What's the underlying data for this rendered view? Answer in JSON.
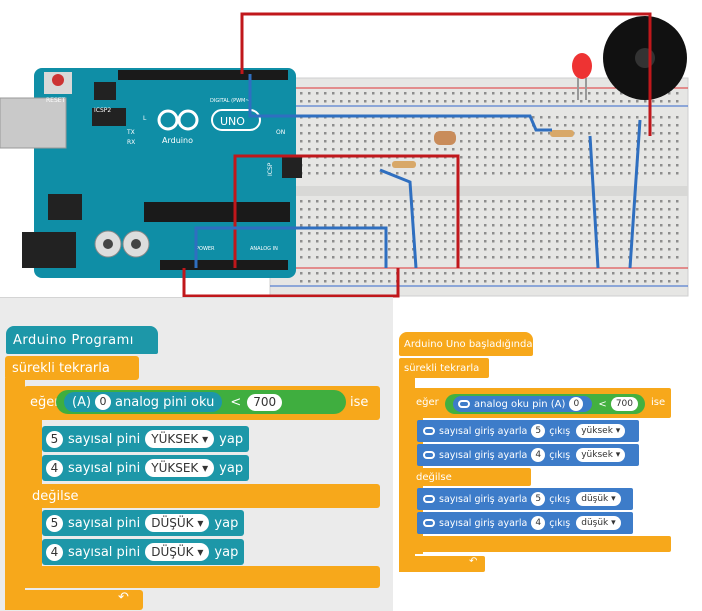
{
  "board": {
    "reset_label": "RESET",
    "icsp2_label": "ICSP2",
    "icsp_label": "ICSP",
    "brand_label": "Arduino",
    "uno_label": "UNO",
    "l_label": "L",
    "tx_label": "TX",
    "rx_label": "RX",
    "on_label": "ON",
    "digital_label": "DIGITAL (PWM~)",
    "power_label": "POWER",
    "analog_label": "ANALOG IN"
  },
  "left_program": {
    "hat_label": "Arduino  Programı",
    "loop_label": "sürekli  tekrarla",
    "if_label": "eğer",
    "else_label": "değilse",
    "then_label": "ise",
    "condition": {
      "prefix": "(A)",
      "pin": "0",
      "suffix": "analog  pini  oku",
      "operator": "<",
      "value": "700"
    },
    "then_statements": [
      {
        "pin": "5",
        "text": "sayısal pini",
        "state": "YÜKSEK",
        "verb": "yap"
      },
      {
        "pin": "4",
        "text": "sayısal pini",
        "state": "YÜKSEK",
        "verb": "yap"
      }
    ],
    "else_statements": [
      {
        "pin": "5",
        "text": "sayısal pini",
        "state": "DÜŞÜK",
        "verb": "yap"
      },
      {
        "pin": "4",
        "text": "sayısal pini",
        "state": "DÜŞÜK",
        "verb": "yap"
      }
    ]
  },
  "right_program": {
    "hat_label": "Arduino Uno başladığında",
    "loop_label": "sürekli tekrarla",
    "if_label": "eğer",
    "else_label": "değilse",
    "then_label": "ise",
    "condition": {
      "text": "analog oku pin (A)",
      "pin": "0",
      "operator": "<",
      "value": "700"
    },
    "then_statements": [
      {
        "text": "sayısal giriş ayarla",
        "pin": "5",
        "mid": "çıkış",
        "state": "yüksek"
      },
      {
        "text": "sayısal giriş ayarla",
        "pin": "4",
        "mid": "çıkış",
        "state": "yüksek"
      }
    ],
    "else_statements": [
      {
        "text": "sayısal giriş ayarla",
        "pin": "5",
        "mid": "çıkış",
        "state": "düşük"
      },
      {
        "text": "sayısal giriş ayarla",
        "pin": "4",
        "mid": "çıkış",
        "state": "düşük"
      }
    ]
  },
  "icons": {
    "dropdown": "▾",
    "loop_arrow": "↶"
  }
}
